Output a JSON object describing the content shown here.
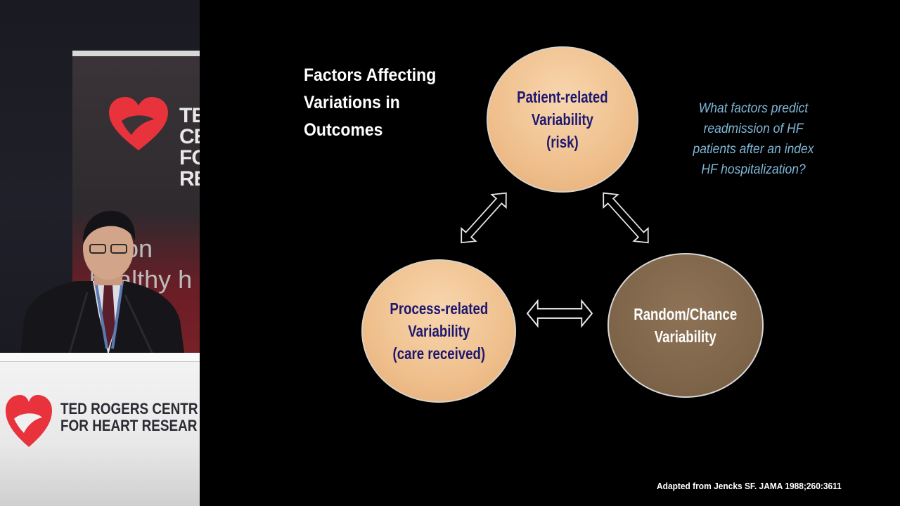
{
  "camera": {
    "banner_text": [
      "TE",
      "CE",
      "FO",
      "RE"
    ],
    "banner_tagline": [
      "Toron",
      "healthy h"
    ],
    "podium_text": [
      "TED ROGERS CENTR",
      "FOR HEART RESEAR"
    ],
    "colors": {
      "logo_red": "#e8323c",
      "podium_text": "#2c2a33"
    }
  },
  "slide": {
    "title": "Factors Affecting Variations in Outcomes",
    "question": "What factors predict readmission of HF patients after an index HF hospitalization?",
    "nodes": {
      "patient": [
        "Patient-related",
        "Variability",
        "(risk)"
      ],
      "process": [
        "Process-related",
        "Variability",
        "(care received)"
      ],
      "random": [
        "Random/Chance",
        "Variability"
      ]
    },
    "citation": "Adapted from Jencks SF. JAMA 1988;260:3611",
    "colors": {
      "peach": "#efbf8c",
      "brown": "#7e6448",
      "node_text": "#1e1870",
      "question": "#7fb8d8"
    }
  }
}
